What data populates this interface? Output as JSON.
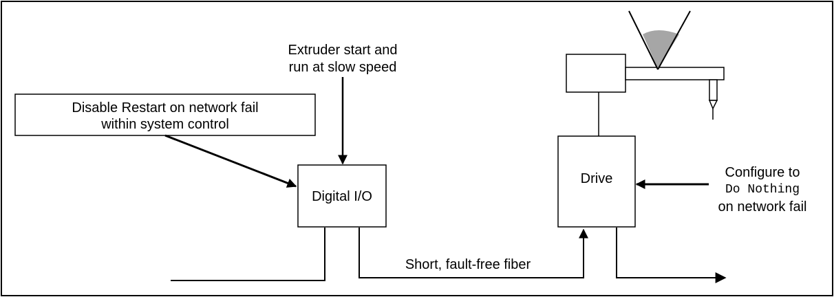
{
  "annotations": {
    "extruder_line1": "Extruder start and",
    "extruder_line2": "run at slow speed",
    "disable_line1": "Disable Restart on network fail",
    "disable_line2": "within system control",
    "configure_line1": "Configure to",
    "configure_line2": "Do Nothing",
    "configure_line3": "on network fail",
    "fiber_label": "Short, fault-free fiber"
  },
  "blocks": {
    "digital_io": "Digital I/O",
    "drive": "Drive"
  },
  "colors": {
    "stroke": "#000000",
    "hopper_fill": "#a6a6a6"
  }
}
